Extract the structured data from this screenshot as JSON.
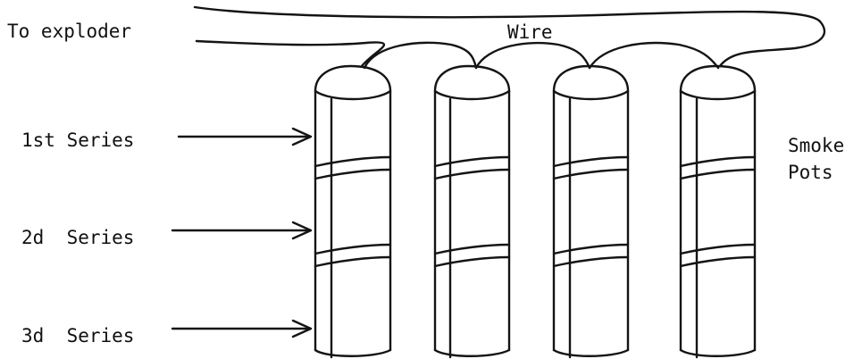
{
  "labels": {
    "to_exploder": "To exploder",
    "wire": "Wire",
    "series_1": "1st Series",
    "series_2": "2d  Series",
    "series_3": "3d  Series",
    "smoke": "Smoke",
    "pots": "Pots"
  },
  "pots": [
    {
      "name": "pot-1",
      "series_bands": 2
    },
    {
      "name": "pot-2",
      "series_bands": 2
    },
    {
      "name": "pot-3",
      "series_bands": 2
    },
    {
      "name": "pot-4",
      "series_bands": 2
    }
  ],
  "colors": {
    "ink": "#141414",
    "paper": "#ffffff"
  }
}
